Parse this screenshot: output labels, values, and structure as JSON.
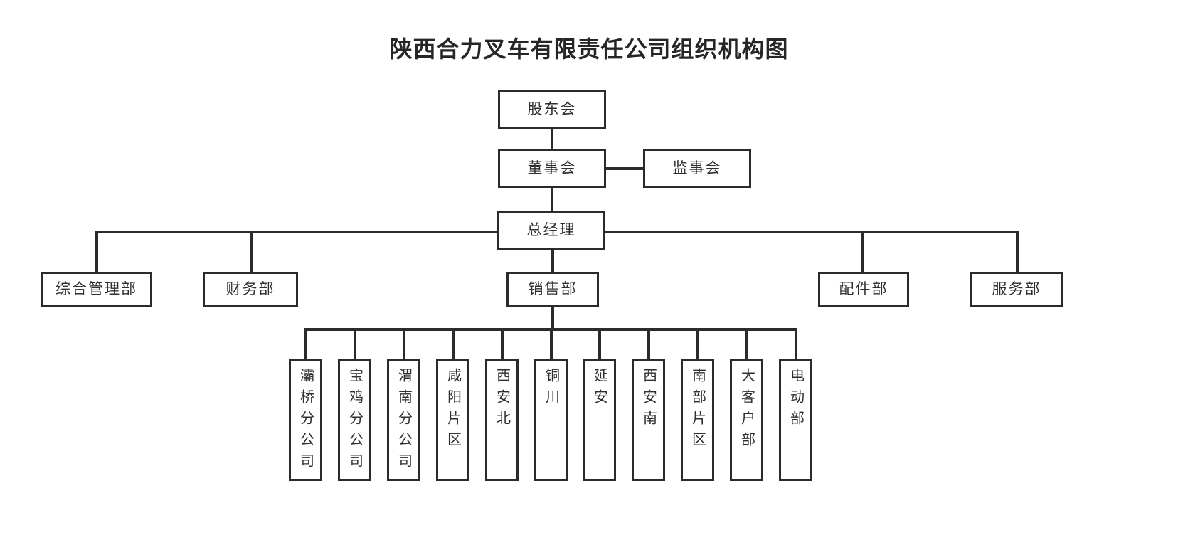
{
  "document": {
    "title": "陕西合力叉车有限责任公司组织机构图",
    "type": "organization-chart",
    "background_color": "#ffffff",
    "line_color": "#2b2b2b",
    "text_color": "#2f2f33",
    "title_color": "#262626"
  },
  "chart_data": {
    "type": "diagram",
    "title": "陕西合力叉车有限责任公司组织机构图",
    "levels": [
      {
        "level": 1,
        "nodes": [
          {
            "id": "shareholders",
            "label": "股东会"
          }
        ]
      },
      {
        "level": 2,
        "nodes": [
          {
            "id": "board",
            "label": "董事会"
          },
          {
            "id": "supervisors",
            "label": "监事会"
          }
        ]
      },
      {
        "level": 3,
        "nodes": [
          {
            "id": "general-manager",
            "label": "总经理"
          }
        ]
      },
      {
        "level": 4,
        "nodes": [
          {
            "id": "dept-admin",
            "label": "综合管理部"
          },
          {
            "id": "dept-finance",
            "label": "财务部"
          },
          {
            "id": "dept-sales",
            "label": "销售部"
          },
          {
            "id": "dept-parts",
            "label": "配件部"
          },
          {
            "id": "dept-service",
            "label": "服务部"
          }
        ]
      },
      {
        "level": 5,
        "nodes": [
          {
            "id": "branch-baqiao",
            "label": "灞桥分公司"
          },
          {
            "id": "branch-baoji",
            "label": "宝鸡分公司"
          },
          {
            "id": "branch-weinan",
            "label": "渭南分公司"
          },
          {
            "id": "area-xianyang",
            "label": "咸阳片区"
          },
          {
            "id": "area-xianbei",
            "label": "西安北"
          },
          {
            "id": "area-tongchuan",
            "label": "铜川"
          },
          {
            "id": "area-yanan",
            "label": "延安"
          },
          {
            "id": "area-xiannan",
            "label": "西安南"
          },
          {
            "id": "area-nanbu",
            "label": "南部片区"
          },
          {
            "id": "dept-key-account",
            "label": "大客户部"
          },
          {
            "id": "dept-electric",
            "label": "电动部"
          }
        ]
      }
    ],
    "edges": [
      {
        "from": "shareholders",
        "to": "board"
      },
      {
        "from": "board",
        "to": "supervisors"
      },
      {
        "from": "board",
        "to": "general-manager"
      },
      {
        "from": "general-manager",
        "to": "dept-admin"
      },
      {
        "from": "general-manager",
        "to": "dept-finance"
      },
      {
        "from": "general-manager",
        "to": "dept-sales"
      },
      {
        "from": "general-manager",
        "to": "dept-parts"
      },
      {
        "from": "general-manager",
        "to": "dept-service"
      },
      {
        "from": "dept-sales",
        "to": "branch-baqiao"
      },
      {
        "from": "dept-sales",
        "to": "branch-baoji"
      },
      {
        "from": "dept-sales",
        "to": "branch-weinan"
      },
      {
        "from": "dept-sales",
        "to": "area-xianyang"
      },
      {
        "from": "dept-sales",
        "to": "area-xianbei"
      },
      {
        "from": "dept-sales",
        "to": "area-tongchuan"
      },
      {
        "from": "dept-sales",
        "to": "area-yanan"
      },
      {
        "from": "dept-sales",
        "to": "area-xiannan"
      },
      {
        "from": "dept-sales",
        "to": "area-nanbu"
      },
      {
        "from": "dept-sales",
        "to": "dept-key-account"
      },
      {
        "from": "dept-sales",
        "to": "dept-electric"
      }
    ]
  },
  "nodes": {
    "shareholders": "股东会",
    "board": "董事会",
    "supervisors": "监事会",
    "general_manager": "总经理",
    "dept_admin": "综合管理部",
    "dept_finance": "财务部",
    "dept_sales": "销售部",
    "dept_parts": "配件部",
    "dept_service": "服务部",
    "branch_baqiao": "灞桥分公司",
    "branch_baoji": "宝鸡分公司",
    "branch_weinan": "渭南分公司",
    "area_xianyang": "咸阳片区",
    "area_xianbei": "西安北",
    "area_tongchuan": "铜川",
    "area_yanan": "延安",
    "area_xiannan": "西安南",
    "area_nanbu": "南部片区",
    "dept_key_account": "大客户部",
    "dept_electric": "电动部"
  }
}
